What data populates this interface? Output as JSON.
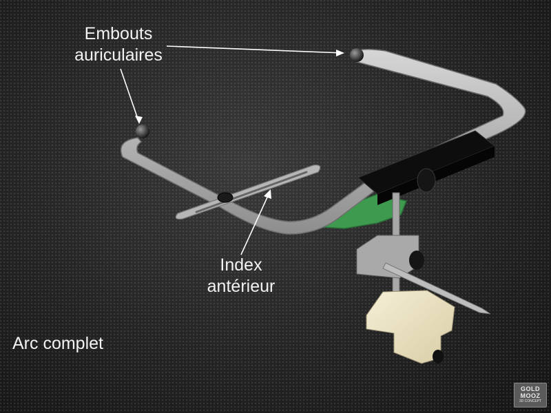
{
  "labels": {
    "ear_pieces": {
      "line1": "Embouts",
      "line2": "auriculaires"
    },
    "anterior_index": {
      "line1": "Index",
      "line2": "antérieur"
    }
  },
  "caption": "Arc complet",
  "logo": {
    "line1": "GOLD",
    "line2": "MOOZ",
    "line3": "3D CONCEPT"
  },
  "colors": {
    "background": "#1b1b1b",
    "arc_metal": "#b9b9b9",
    "support_green": "#3e9a4e",
    "clamp_block": "#0d0d0d",
    "base_block": "#efe6c8",
    "text": "#f2f2f2"
  }
}
